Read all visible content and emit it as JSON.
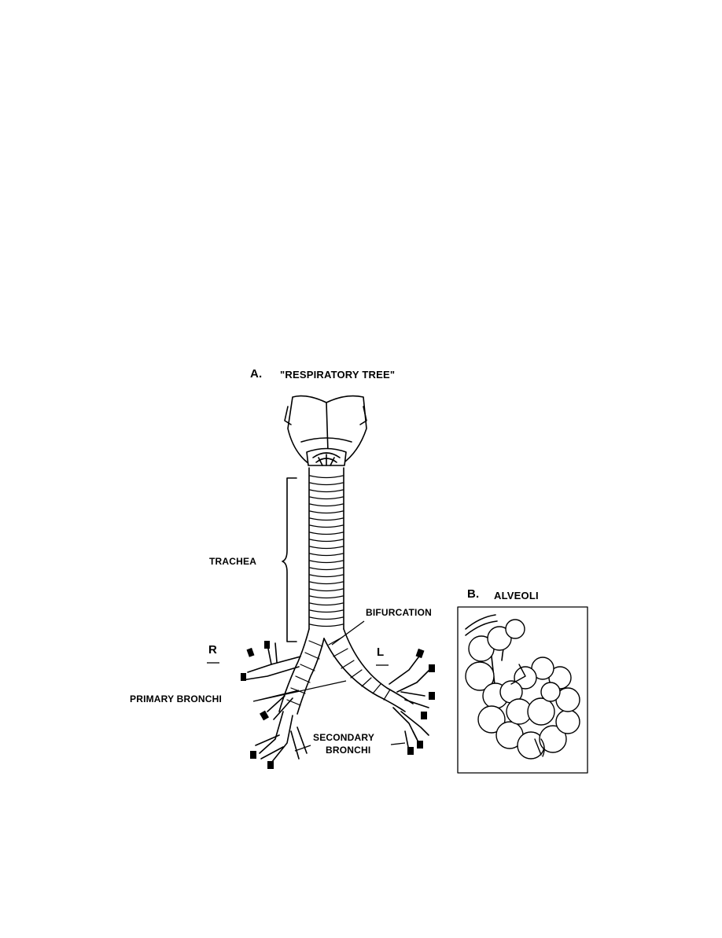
{
  "figure": {
    "panel_a": {
      "letter": "A.",
      "title": "\"RESPIRATORY TREE\""
    },
    "panel_b": {
      "letter": "B.",
      "title": "ALVEOLI"
    },
    "labels": {
      "trachea": "TRACHEA",
      "bifurcation": "BIFURCATION",
      "right": "R",
      "left": "L",
      "primary_bronchi": "PRIMARY BRONCHI",
      "secondary_bronchi_line1": "SECONDARY",
      "secondary_bronchi_line2": "BRONCHI"
    }
  },
  "colors": {
    "ink": "#000000",
    "paper": "#ffffff"
  }
}
